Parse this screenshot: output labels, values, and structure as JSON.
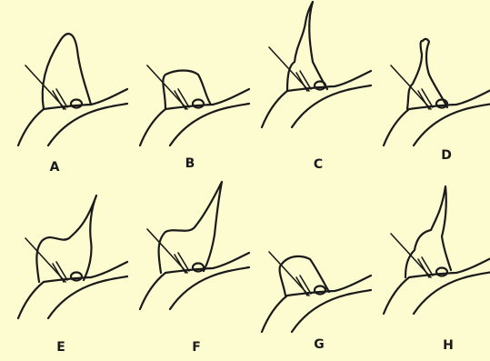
{
  "figure": {
    "panels": [
      {
        "id": "A",
        "label": "A",
        "tip": "rounded-tall"
      },
      {
        "id": "B",
        "label": "B",
        "tip": "short-square"
      },
      {
        "id": "C",
        "label": "C",
        "tip": "tall-pointed-curl"
      },
      {
        "id": "D",
        "label": "D",
        "tip": "tall-notched"
      },
      {
        "id": "E",
        "label": "E",
        "tip": "long-spike-right"
      },
      {
        "id": "F",
        "label": "F",
        "tip": "long-spike-right-narrow"
      },
      {
        "id": "G",
        "label": "G",
        "tip": "short-rounded"
      },
      {
        "id": "H",
        "label": "H",
        "tip": "tall-wavy-pointed"
      }
    ]
  },
  "colors": {
    "background": "#fdfbd0",
    "ink": "#1a1a1a"
  }
}
